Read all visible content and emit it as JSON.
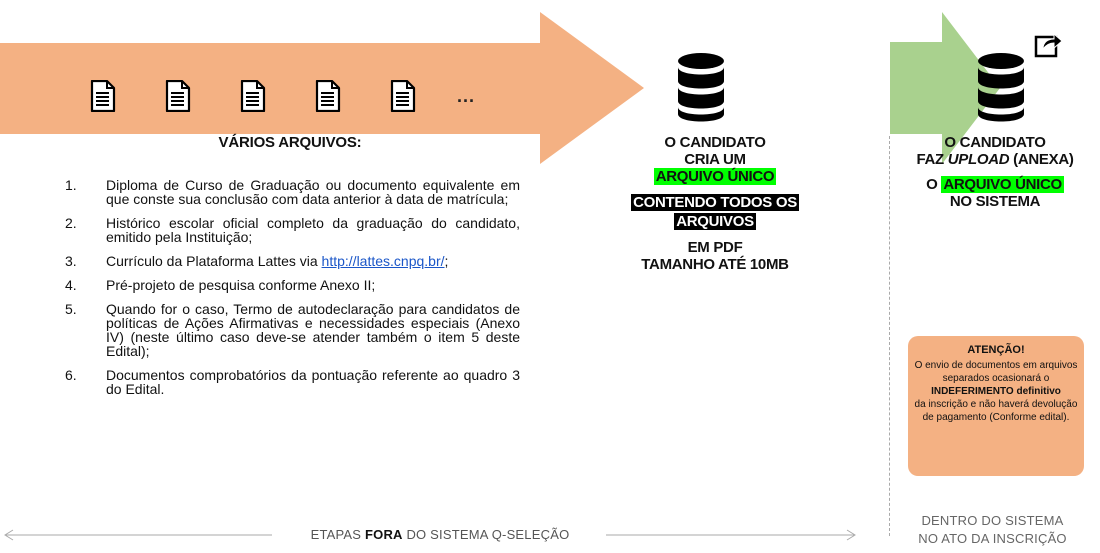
{
  "left_heading": "VÁRIOS ARQUIVOS:",
  "ellipsis": "...",
  "documents": [
    {
      "num": "1.",
      "text": "Diploma de Curso de Graduação ou documento equivalente em que conste sua conclusão com data anterior à data de matrícula;"
    },
    {
      "num": "2.",
      "text": "Histórico escolar oficial completo da graduação do candidato, emitido pela Instituição;"
    },
    {
      "num": "3.",
      "text": "Currículo da Plataforma Lattes via",
      "link": "http://lattes.cnpq.br/",
      "text_after": ";"
    },
    {
      "num": "4.",
      "text": "Pré-projeto de pesquisa conforme Anexo II;"
    },
    {
      "num": "5.",
      "text": "Quando for o caso, Termo de autodeclaração para candidatos de políticas de Ações Afirmativas e necessidades especiais (Anexo IV) (neste último caso deve-se atender também o item 5 deste Edital);"
    },
    {
      "num": "6.",
      "text": "Documentos comprobatórios da pontuação referente ao quadro 3 do Edital."
    }
  ],
  "center": {
    "line1": "O CANDIDATO",
    "line2": "CRIA UM",
    "highlight": "ARQUIVO ÚNICO",
    "black1": "CONTENDO TODOS OS",
    "black2": "ARQUIVOS",
    "line3": "EM PDF",
    "line4": "TAMANHO ATÉ 10MB"
  },
  "right": {
    "line1": "O CANDIDATO",
    "line2_prefix": "FAZ ",
    "line2_em": "UPLOAD",
    "line2_suffix": " (ANEXA)",
    "line3_prefix": "O ",
    "line3_highlight": "ARQUIVO ÚNICO",
    "line4": "NO SISTEMA"
  },
  "attention": {
    "title": "ATENÇÃO!",
    "text1": "O envio de documentos em arquivos separados ocasionará o",
    "bold": "INDEFERIMENTO definitivo",
    "text2": "da inscrição e não haverá devolução de pagamento (Conforme edital)."
  },
  "bottom": {
    "prefix": "ETAPAS ",
    "bold": "FORA",
    "suffix": " DO SISTEMA Q-SELEÇÃO",
    "right_line1": "DENTRO DO SISTEMA",
    "right_line2": "NO ATO DA INSCRIÇÃO"
  },
  "colors": {
    "orange_arrow": "#f4b183",
    "green_arrow": "#a9d18e",
    "highlight_green": "#00ff00",
    "attention_box": "#f4b183"
  },
  "icons": [
    "document-icon",
    "database-icon",
    "database-icon",
    "share-icon"
  ]
}
